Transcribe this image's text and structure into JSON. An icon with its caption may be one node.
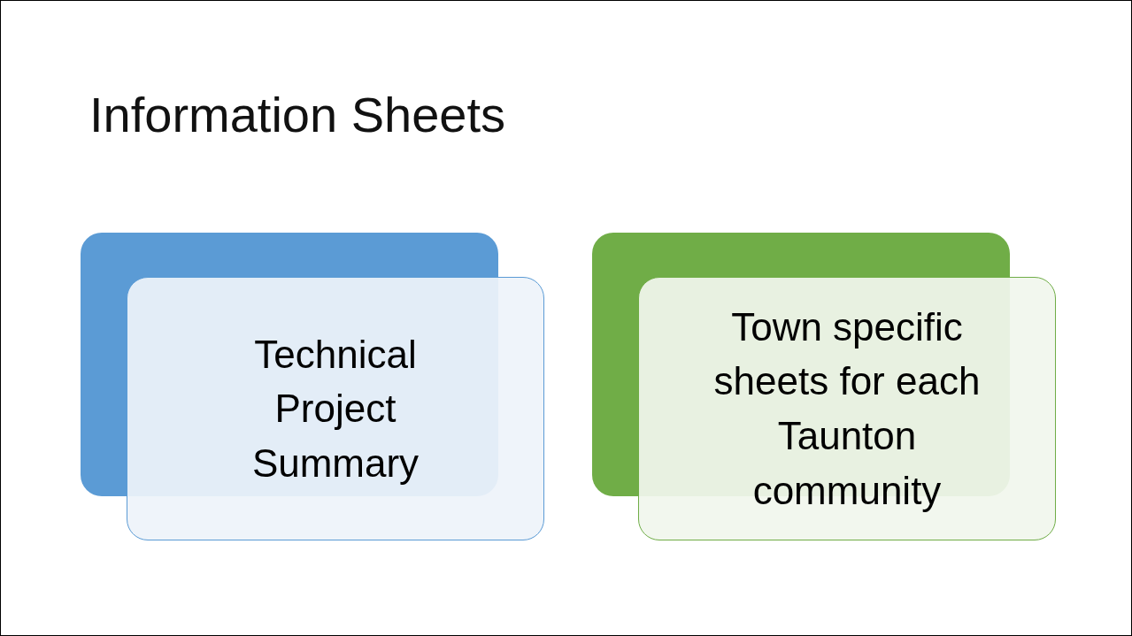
{
  "diagram": {
    "title": "Information Sheets",
    "nodes": [
      {
        "text": [],
        "shape": "box"
      },
      {
        "text": [
          "Technical Project Summary"
        ]
      },
      {
        "text": [],
        "shape": "box"
      },
      {
        "text": [
          "Town specific sheets for each Taunton community"
        ]
      }
    ]
  }
}
